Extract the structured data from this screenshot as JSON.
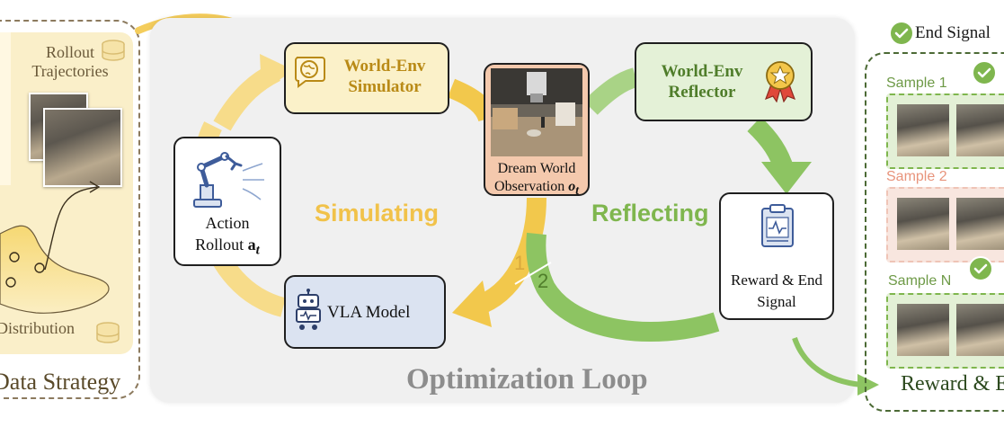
{
  "left": {
    "rollout_label": "Rollout Trajectories",
    "distribution_label": "Distribution",
    "title": "Data Strategy"
  },
  "loop": {
    "title": "Optimization Loop",
    "simulator": "World-Env Simulator",
    "reflector": "World-Env Reflector",
    "simulating": "Simulating",
    "reflecting": "Reflecting",
    "action_rollout": "Action Rollout",
    "action_symbol": "a",
    "action_subscript": "t",
    "vla_model": "VLA Model",
    "dream_observation": "Dream World Observation",
    "observation_symbol": "o",
    "observation_subscript": "t",
    "reward": "Reward & End Signal",
    "num1": "1",
    "num2": "2"
  },
  "right": {
    "end_signal": "End Signal",
    "sample1": "Sample 1",
    "sample2": "Sample 2",
    "sampleN": "Sample N",
    "title": "Reward & E"
  },
  "colors": {
    "yellow_arrow": "#f4cd5c",
    "green_arrow": "#8dc462",
    "simulator_fill": "#fbf1c9",
    "reflector_fill": "#e4f1d7",
    "vla_fill": "#dbe3f1",
    "dream_fill": "#f4c9ad",
    "check_green": "#7fb64e"
  }
}
